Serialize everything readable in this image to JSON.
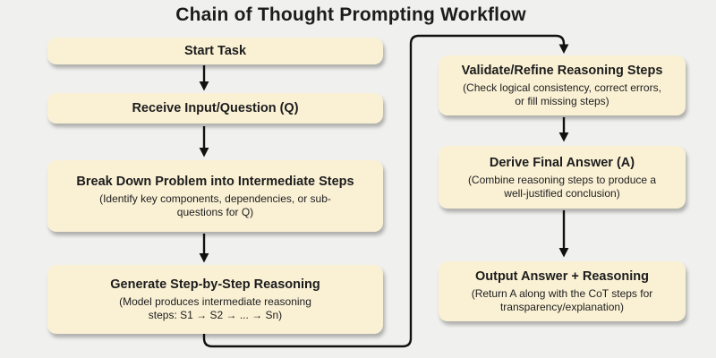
{
  "title": "Chain of Thought Prompting Workflow",
  "colors": {
    "background": "#F0F0EE",
    "node_fill": "#FAF1D5",
    "text": "#1C1C1C",
    "arrow": "#111111"
  },
  "nodes": {
    "start": {
      "title": "Start Task"
    },
    "receive": {
      "title": "Receive Input/Question (Q)"
    },
    "breakdown": {
      "title": "Break Down Problem into Intermediate Steps",
      "sub1": "(Identify key components, dependencies, or sub-",
      "sub2": "questions for Q)"
    },
    "generate": {
      "title": "Generate Step-by-Step Reasoning",
      "sub1": "(Model produces intermediate reasoning",
      "sub2": "steps: S1 → S2 → ... → Sn)"
    },
    "validate": {
      "title": "Validate/Refine Reasoning Steps",
      "sub1": "(Check logical consistency, correct errors,",
      "sub2": "or fill missing steps)"
    },
    "derive": {
      "title": "Derive Final Answer (A)",
      "sub1": "(Combine reasoning steps to produce a",
      "sub2": "well-justified conclusion)"
    },
    "output": {
      "title": "Output Answer + Reasoning",
      "sub1": "(Return A along with the CoT steps for",
      "sub2": "transparency/explanation)"
    }
  },
  "edges": [
    {
      "from": "start",
      "to": "receive"
    },
    {
      "from": "receive",
      "to": "breakdown"
    },
    {
      "from": "breakdown",
      "to": "generate"
    },
    {
      "from": "generate",
      "to": "validate"
    },
    {
      "from": "validate",
      "to": "derive"
    },
    {
      "from": "derive",
      "to": "output"
    }
  ]
}
